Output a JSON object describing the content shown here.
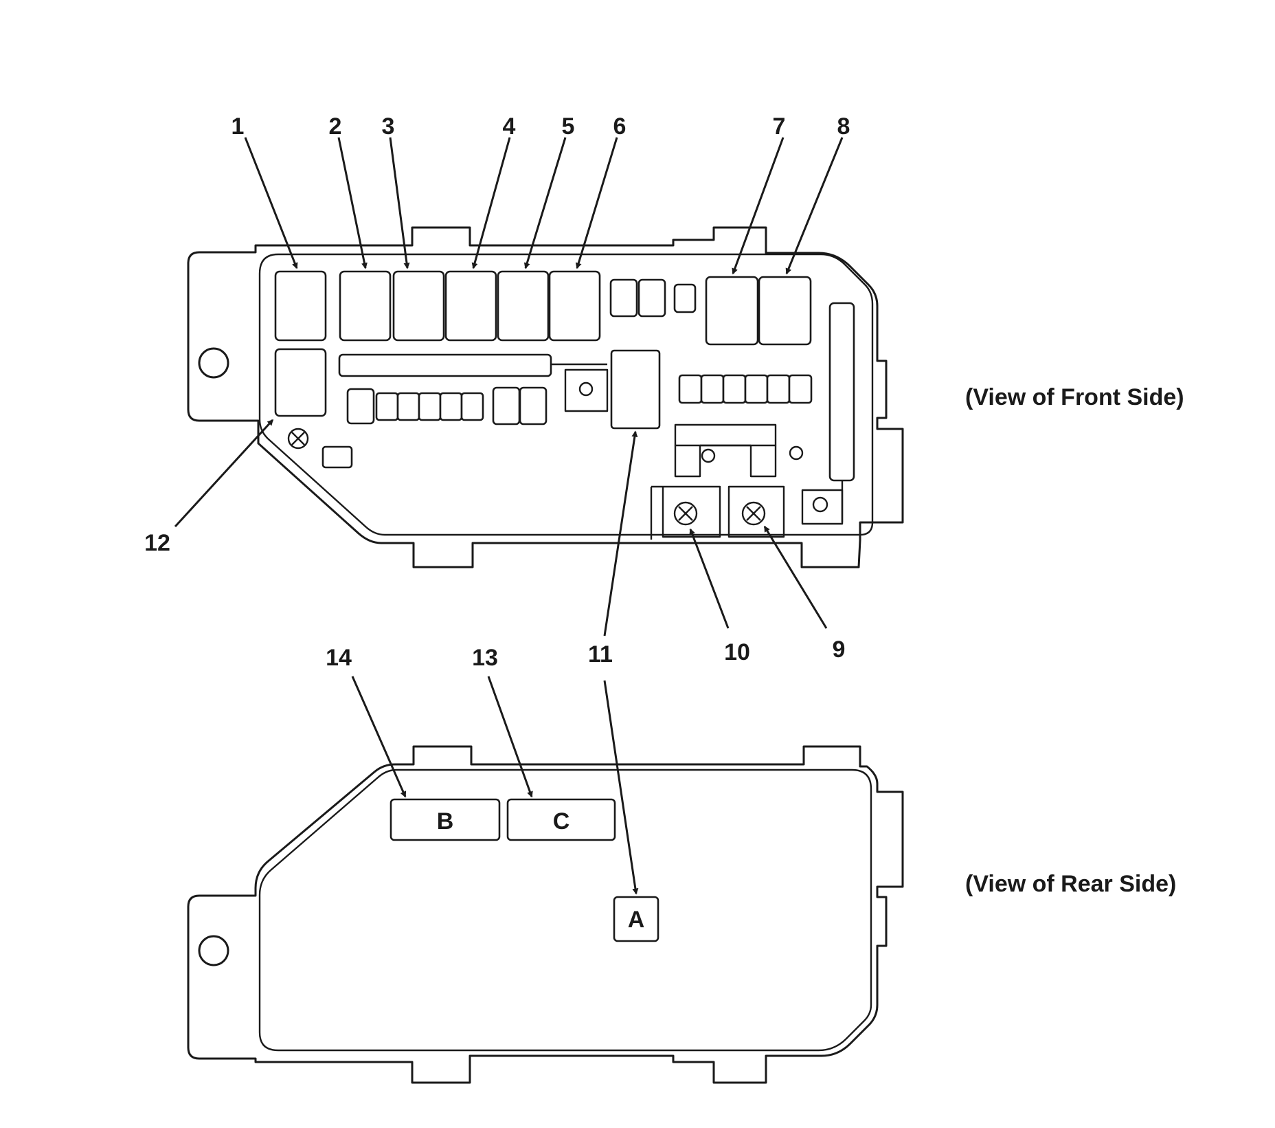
{
  "views": {
    "front_label": "(View of Front Side)",
    "rear_label": "(View of Rear Side)"
  },
  "callouts": {
    "c1": "1",
    "c2": "2",
    "c3": "3",
    "c4": "4",
    "c5": "5",
    "c6": "6",
    "c7": "7",
    "c8": "8",
    "c9": "9",
    "c10": "10",
    "c11": "11",
    "c12": "12",
    "c13": "13",
    "c14": "14"
  },
  "connectors": {
    "a": "A",
    "b": "B",
    "c": "C"
  }
}
